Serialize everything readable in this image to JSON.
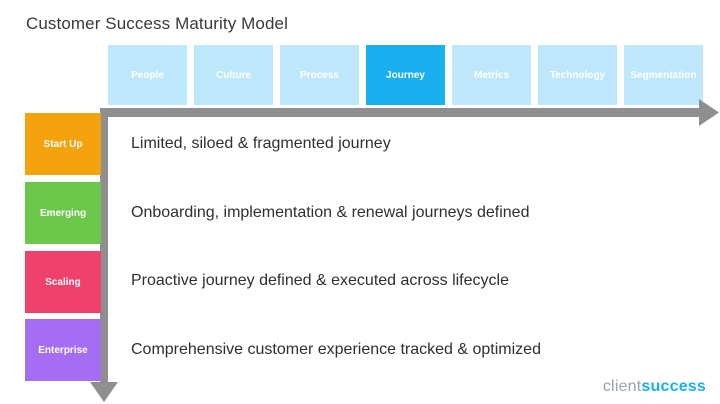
{
  "title": "Customer Success Maturity Model",
  "tabs": [
    {
      "label": "People",
      "active": false
    },
    {
      "label": "Culture",
      "active": false
    },
    {
      "label": "Process",
      "active": false
    },
    {
      "label": "Journey",
      "active": true
    },
    {
      "label": "Metrics",
      "active": false
    },
    {
      "label": "Technology",
      "active": false
    },
    {
      "label": "Segmentation",
      "active": false
    }
  ],
  "stages": [
    {
      "label": "Start Up",
      "color": "#f5a20f",
      "description": "Limited, siloed & fragmented journey"
    },
    {
      "label": "Emerging",
      "color": "#6cc84a",
      "description": "Onboarding, implementation & renewal journeys defined"
    },
    {
      "label": "Scaling",
      "color": "#f0406c",
      "description": "Proactive journey defined & executed across lifecycle"
    },
    {
      "label": "Enterprise",
      "color": "#a46df2",
      "description": "Comprehensive customer experience tracked & optimized"
    }
  ],
  "logo": {
    "part1": "client",
    "part2": "success"
  },
  "colors": {
    "tab": "#bfe7fb",
    "tab_active": "#1ab0ef",
    "axis": "#8f8f8f"
  }
}
